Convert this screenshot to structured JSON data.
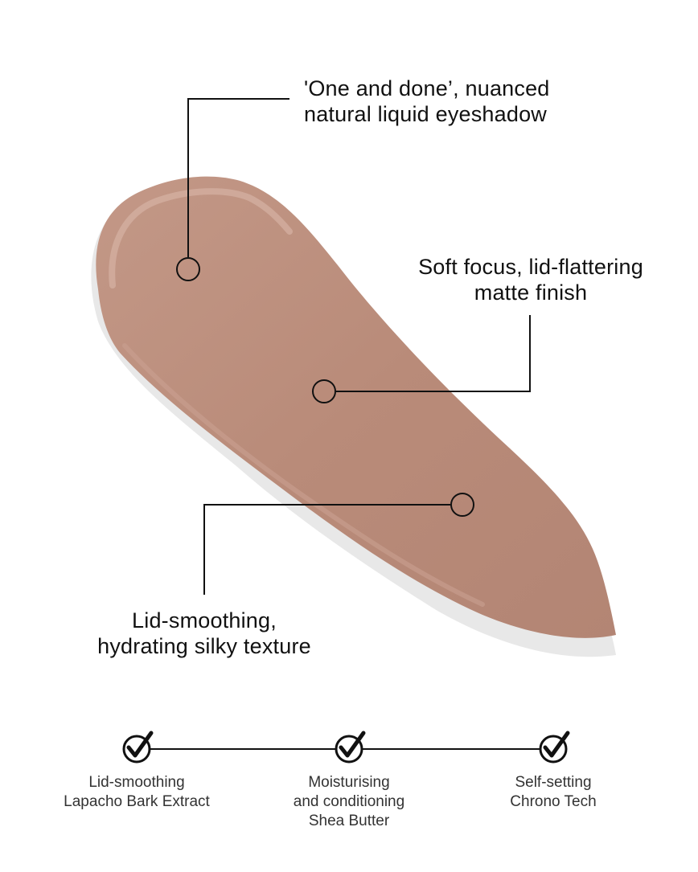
{
  "callouts": {
    "top": {
      "line1": "'One and done’, nuanced",
      "line2": "natural liquid eyeshadow"
    },
    "middle": {
      "line1": "Soft focus, lid-flattering",
      "line2": "matte finish"
    },
    "bottom": {
      "line1": "Lid-smoothing,",
      "line2": "hydrating silky texture"
    }
  },
  "benefits": [
    {
      "line1": "Lid-smoothing",
      "line2": "Lapacho Bark Extract",
      "icon": "check-circle-icon"
    },
    {
      "line1": "Moisturising",
      "line2": "and conditioning",
      "line3": "Shea Butter",
      "icon": "check-circle-icon"
    },
    {
      "line1": "Self-setting",
      "line2": "Chrono Tech",
      "icon": "check-circle-icon"
    }
  ],
  "colors": {
    "swatch": "#b98b79",
    "swatch_edge": "#c9a091",
    "swatch_shadow": "#d9d9d9",
    "line": "#111111"
  }
}
